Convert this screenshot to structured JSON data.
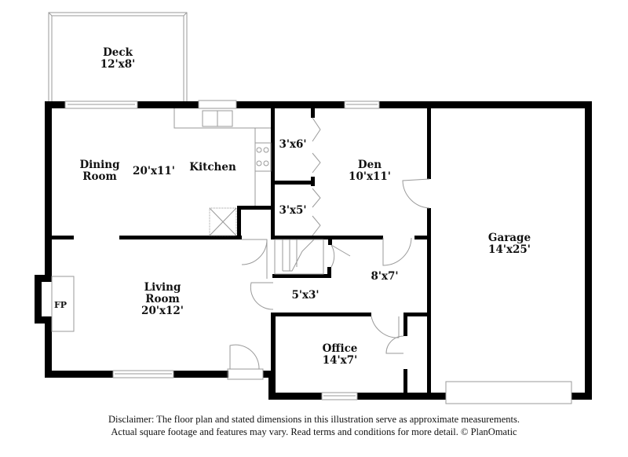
{
  "floorplan": {
    "rooms": [
      {
        "id": "deck",
        "name": "Deck",
        "dims": "12'x8'"
      },
      {
        "id": "dining-room",
        "name": "Dining Room",
        "name_lines": [
          "Dining",
          "Room"
        ],
        "dims": ""
      },
      {
        "id": "kitchen",
        "name": "Kitchen",
        "dims": "20'x11'"
      },
      {
        "id": "closet-1",
        "name": "",
        "dims": "3'x6'"
      },
      {
        "id": "closet-2",
        "name": "",
        "dims": "3'x5'"
      },
      {
        "id": "den",
        "name": "Den",
        "dims": "10'x11'"
      },
      {
        "id": "garage",
        "name": "Garage",
        "dims": "14'x25'"
      },
      {
        "id": "living-room",
        "name": "Living Room",
        "name_lines": [
          "Living",
          "Room"
        ],
        "dims": "20'x12'"
      },
      {
        "id": "fireplace",
        "name": "FP",
        "dims": ""
      },
      {
        "id": "hall",
        "name": "",
        "dims": "5'x3'"
      },
      {
        "id": "room-8x7",
        "name": "",
        "dims": "8'x7'"
      },
      {
        "id": "office",
        "name": "Office",
        "dims": "14'x7'"
      }
    ]
  },
  "disclaimer": {
    "line1": "Disclaimer: The floor plan and stated dimensions in this illustration serve as approximate measurements.",
    "line2": "Actual square footage and features may vary. Read terms and conditions for more detail. © PlanOmatic"
  },
  "colors": {
    "wall": "#000000",
    "fixture_line": "#9a9a9a",
    "background": "#ffffff"
  }
}
